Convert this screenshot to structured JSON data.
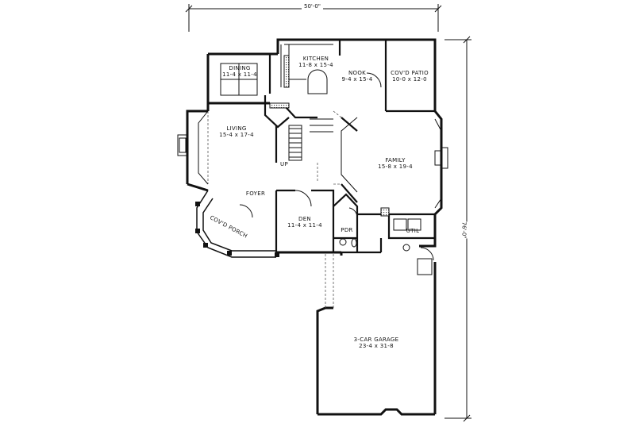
{
  "dimensions": {
    "width": "50'-0\"",
    "depth": "76'-0\""
  },
  "rooms": {
    "dining": {
      "name": "DINING",
      "size": "11-4 x 11-4"
    },
    "kitchen": {
      "name": "KITCHEN",
      "size": "11-8 x 15-4"
    },
    "nook": {
      "name": "NOOK",
      "size": "9-4 x 15-4"
    },
    "patio": {
      "name": "COV'D PATIO",
      "size": "10-0 x 12-0"
    },
    "living": {
      "name": "LIVING",
      "size": "15-4 x 17-4"
    },
    "family": {
      "name": "FAMILY",
      "size": "15-8 x 19-4"
    },
    "foyer": {
      "name": "FOYER"
    },
    "den": {
      "name": "DEN",
      "size": "11-4 x 11-4"
    },
    "porch": {
      "name": "COV'D PORCH"
    },
    "pdr": {
      "name": "PDR"
    },
    "util": {
      "name": "UTIL"
    },
    "garage": {
      "name": "3-CAR GARAGE",
      "size": "23-4 x 31-8"
    }
  },
  "stair_label": "UP"
}
